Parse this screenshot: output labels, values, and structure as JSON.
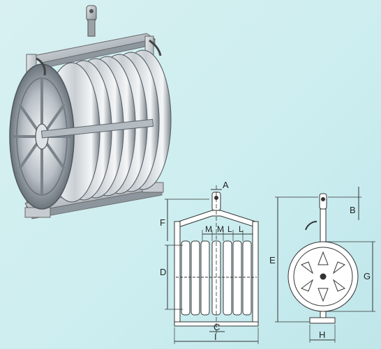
{
  "colors": {
    "background": "#cdeef0",
    "drawing_line": "#333333",
    "sheave_light": "#e9ecef",
    "sheave_mid": "#bfc6cc",
    "sheave_dark": "#6f7880",
    "frame_metal": "#a9b0b6"
  },
  "photo": {
    "description_icon": "sheave-block-photo-icon"
  },
  "front_view": {
    "dimensions": {
      "A": "A",
      "F": "F",
      "M1": "M",
      "M2": "M",
      "L1": "L",
      "L2": "L",
      "D": "D",
      "C": "C",
      "I": "I"
    }
  },
  "side_view": {
    "dimensions": {
      "B": "B",
      "E": "E",
      "G": "G",
      "H": "H"
    }
  }
}
